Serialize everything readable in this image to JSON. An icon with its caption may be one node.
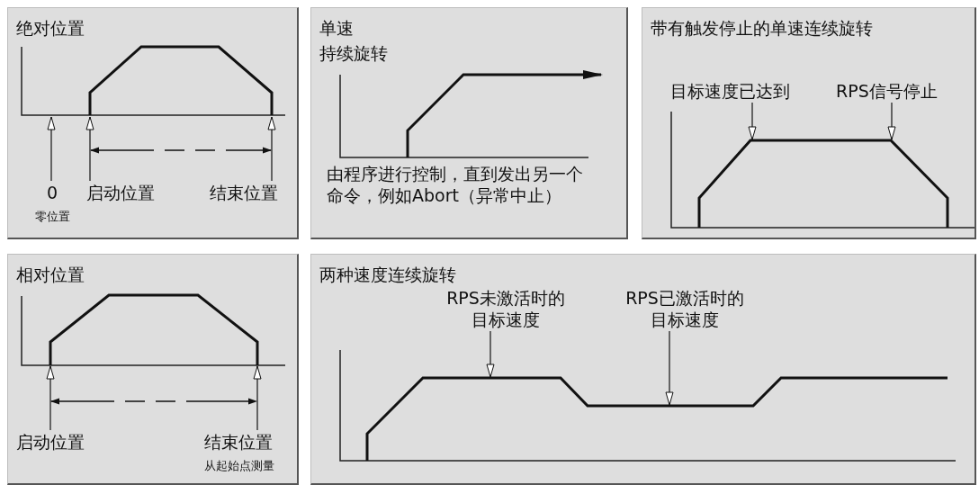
{
  "diagram": {
    "nodes": [
      {
        "text": [
          "绝对位置"
        ]
      },
      {
        "text": [
          "0"
        ],
        "in": 0,
        "beside": [
          "零位置"
        ]
      },
      {
        "text": [
          "启动位置"
        ],
        "in": 0
      },
      {
        "text": [
          "结束位置"
        ],
        "in": 0
      },
      {
        "text": [
          "单速",
          "持续旋转",
          "由程序进行控制，直到发出另一个命令，例如Abort（异常中止）"
        ]
      },
      {
        "text": [
          "带有触发停止的单速连续旋转"
        ]
      },
      {
        "text": [
          "目标速度已达到"
        ],
        "in": 5
      },
      {
        "text": [
          "RPS信号停止"
        ],
        "in": 5
      },
      {
        "text": [
          "相对位置"
        ]
      },
      {
        "text": [
          "启动位置"
        ],
        "in": 8
      },
      {
        "text": [
          "结束位置"
        ],
        "in": 8,
        "beside": [
          "从起始点测量"
        ]
      },
      {
        "text": [
          "两种速度连续旋转"
        ]
      },
      {
        "text": [
          "RPS未激活时的目标速度"
        ],
        "in": 11
      },
      {
        "text": [
          "RPS已激活时的目标速度"
        ],
        "in": 11
      }
    ],
    "edges": [
      {
        "from": 1,
        "to": null,
        "arrow": "to"
      },
      {
        "from": 2,
        "to": null,
        "arrow": "to"
      },
      {
        "from": 3,
        "to": null,
        "arrow": "to"
      },
      {
        "from": 6,
        "to": null,
        "arrow": "to"
      },
      {
        "from": 7,
        "to": null,
        "arrow": "to"
      },
      {
        "from": 9,
        "to": null,
        "arrow": "to"
      },
      {
        "from": 10,
        "to": null,
        "arrow": "to"
      },
      {
        "from": 12,
        "to": null,
        "arrow": "to"
      },
      {
        "from": 13,
        "to": null,
        "arrow": "to"
      }
    ]
  }
}
